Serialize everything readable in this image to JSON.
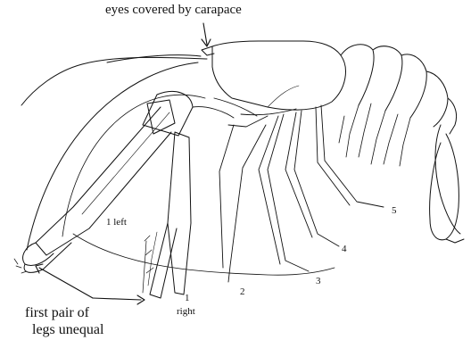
{
  "labels": {
    "eyes": "eyes covered by carapace",
    "first_pair_line1": "first pair of",
    "first_pair_line2": "legs unequal",
    "leg_1_left": "1 left",
    "leg_1_right_num": "1",
    "leg_1_right_word": "right",
    "leg_2": "2",
    "leg_3": "3",
    "leg_4": "4",
    "leg_5": "5"
  },
  "colors": {
    "ink": "#111111",
    "background": "#ffffff"
  }
}
